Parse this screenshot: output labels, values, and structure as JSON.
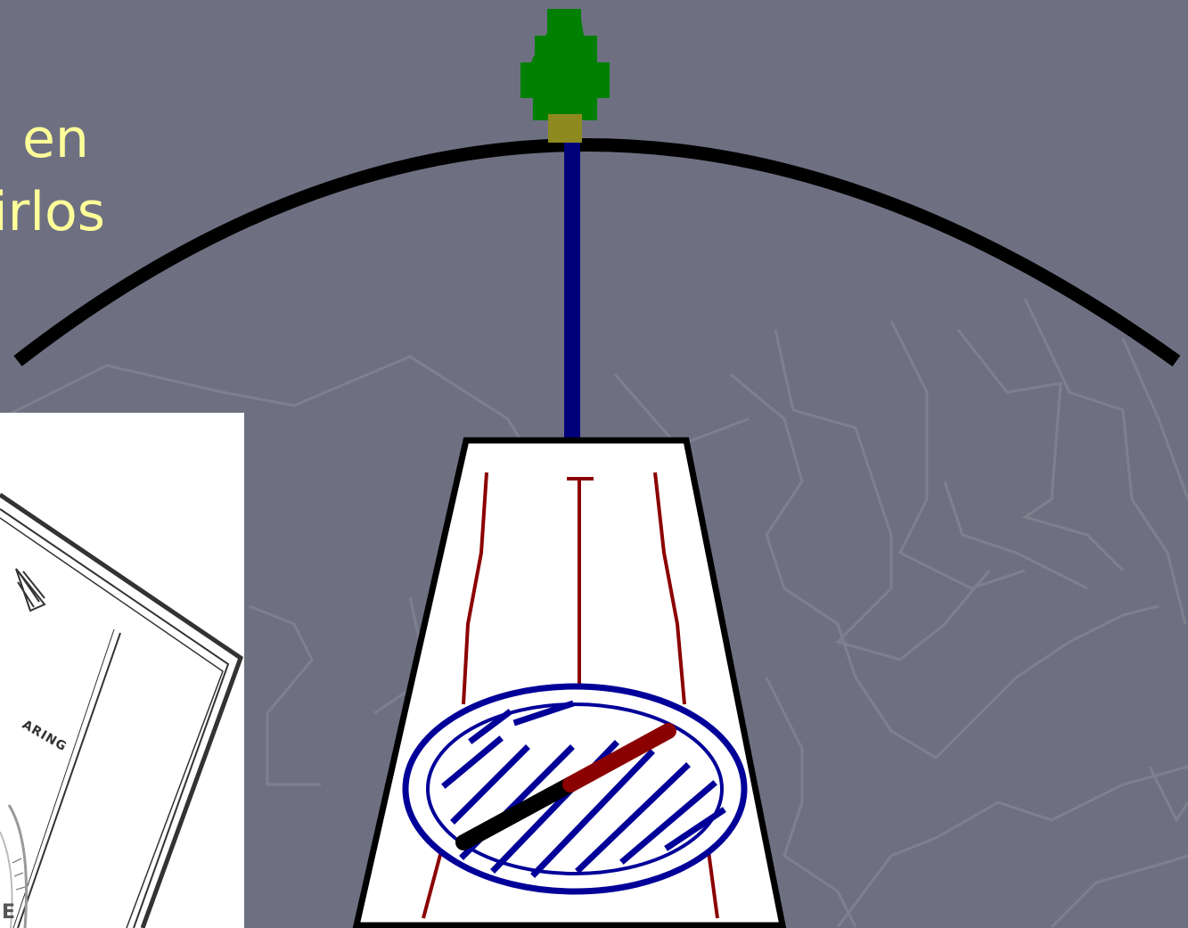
{
  "slide": {
    "text_lines": [
      "en",
      "irlos"
    ]
  },
  "photo": {
    "bearing_fragment": "ARING",
    "e_fragment": "E"
  },
  "colors": {
    "background": "#6e7082",
    "text": "#ffff99",
    "tree_green": "#008000",
    "trunk": "#8f8a1f",
    "arc": "#000000",
    "line_navy": "#00007a",
    "compass_blue": "#000099",
    "red_lines": "#8b0000"
  }
}
